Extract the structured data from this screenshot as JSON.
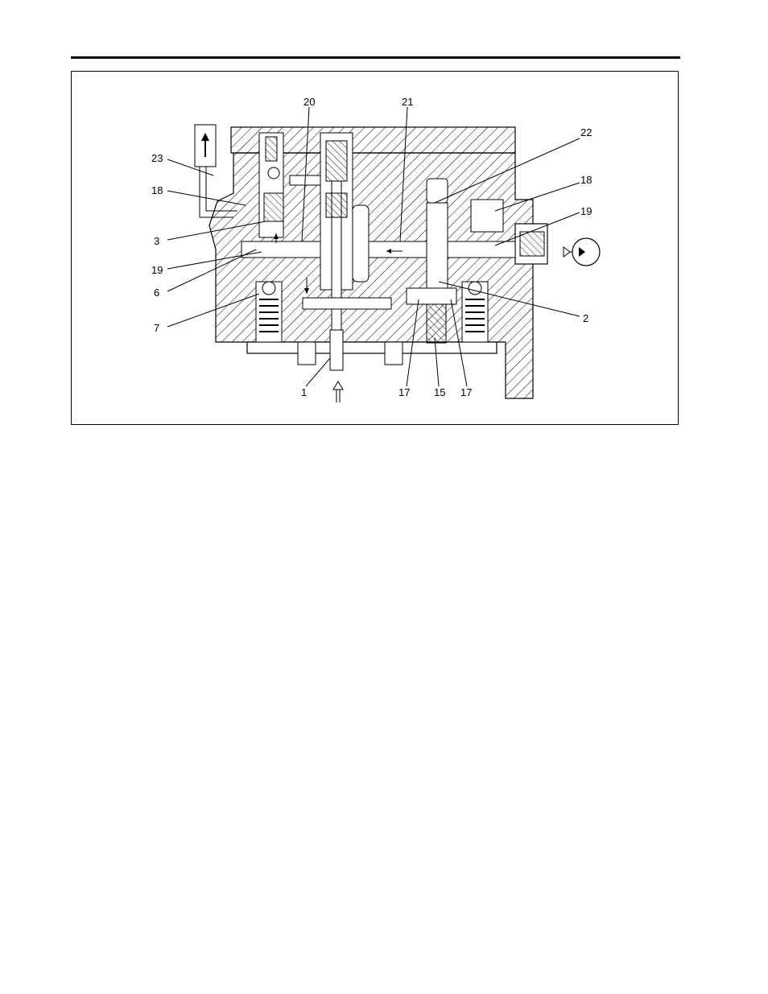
{
  "diagram": {
    "callouts": {
      "c1": "1",
      "c2": "2",
      "c3": "3",
      "c6": "6",
      "c7": "7",
      "c15": "15",
      "c17a": "17",
      "c17b": "17",
      "c18a": "18",
      "c18b": "18",
      "c19a": "19",
      "c19b": "19",
      "c20": "20",
      "c21": "21",
      "c22": "22",
      "c23": "23"
    },
    "colors": {
      "ink": "#000000",
      "paper": "#ffffff"
    }
  }
}
